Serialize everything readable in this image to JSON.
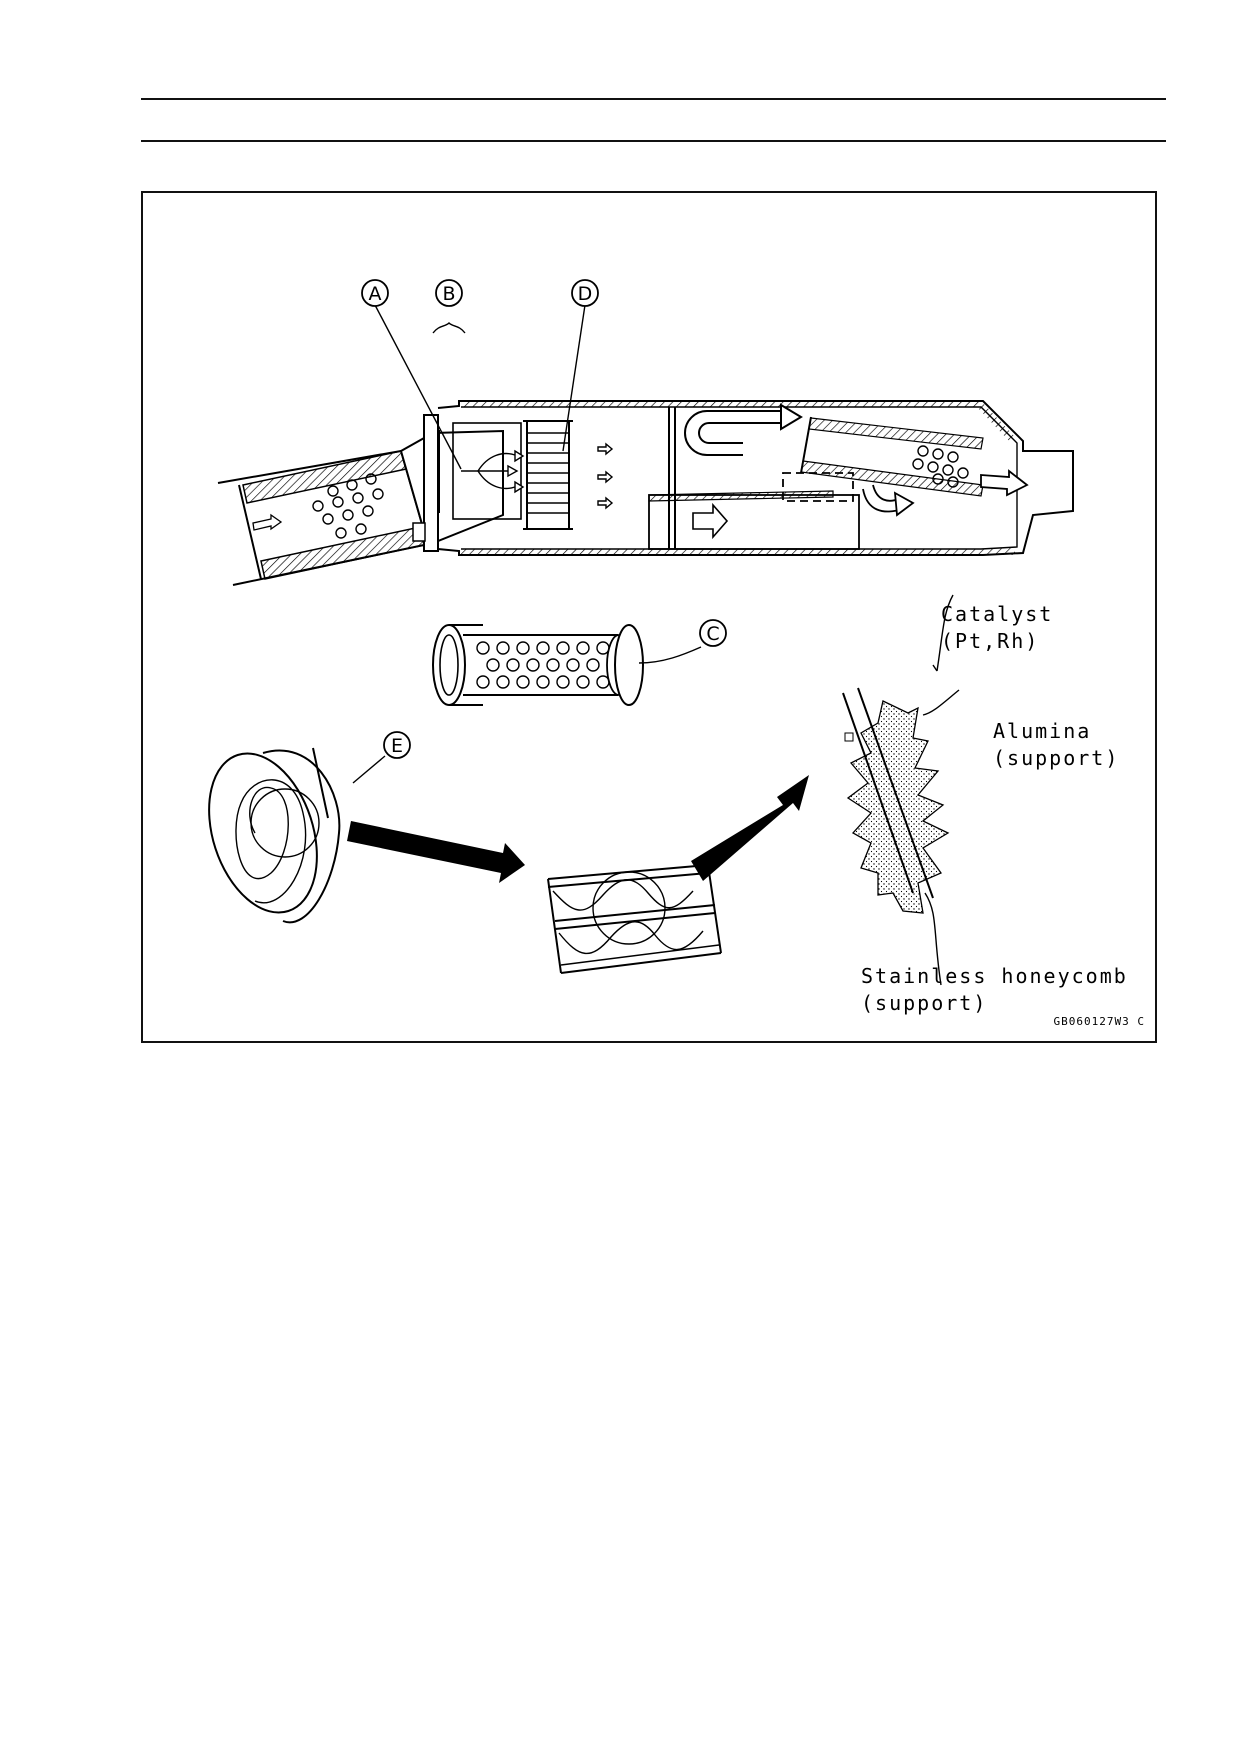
{
  "header_rules": 2,
  "figure": {
    "callouts": {
      "A": "A",
      "B": "B",
      "C": "C",
      "D": "D",
      "E": "E"
    },
    "labels": {
      "catalyst": "Catalyst",
      "catalyst_metals": "(Pt,Rh)",
      "alumina": "Alumina",
      "alumina_support": "(support)",
      "stainless": "Stainless honeycomb",
      "stainless_support": "(support)"
    },
    "figure_code": "GB060127W3 C"
  }
}
